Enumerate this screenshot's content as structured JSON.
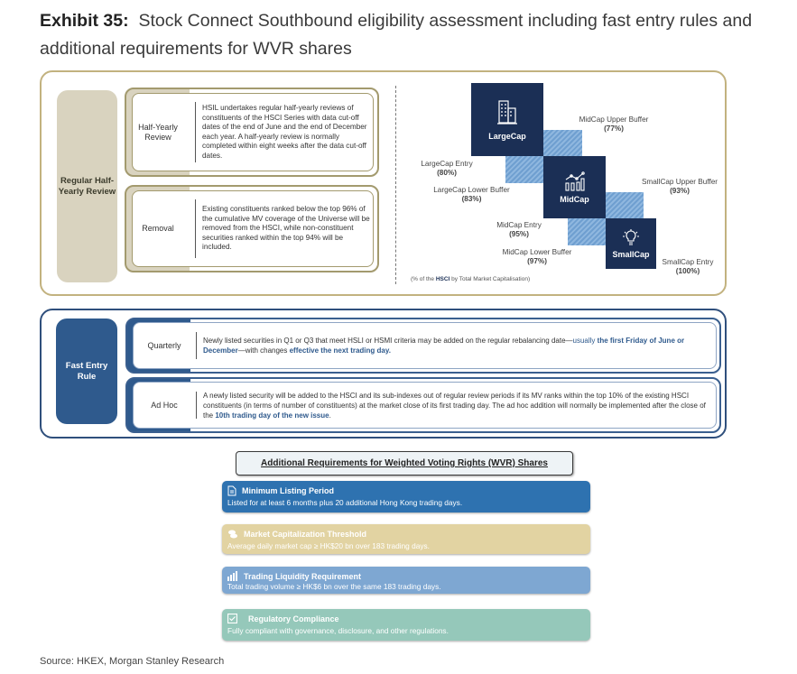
{
  "title": {
    "prefix": "Exhibit 35:",
    "text": "Stock Connect Southbound eligibility assessment including fast entry rules and additional requirements for WVR shares"
  },
  "regular_review": {
    "label": "Regular Half-Yearly Review",
    "items": [
      {
        "label": "Half-Yearly Review",
        "text": "HSIL undertakes regular half-yearly reviews of constituents of the HSCI Series with data cut-off dates of the end of June and the end of December each year. A half-yearly review is normally completed within eight weeks after the data cut-off dates."
      },
      {
        "label": "Removal",
        "text": "Existing constituents ranked below the top 96% of the cumulative MV coverage of the Universe will be removed from the HSCI, while non-constituent securities ranked within the top 94% will be included."
      }
    ]
  },
  "cap_diagram": {
    "segments": [
      {
        "name": "LargeCap",
        "icon": "building-icon"
      },
      {
        "name": "MidCap",
        "icon": "chart-icon"
      },
      {
        "name": "SmallCap",
        "icon": "lightbulb-icon"
      }
    ],
    "thresholds": [
      {
        "label": "MidCap Upper Buffer",
        "value": "(77%)"
      },
      {
        "label": "LargeCap Entry",
        "value": "(80%)"
      },
      {
        "label": "LargeCap Lower Buffer",
        "value": "(83%)"
      },
      {
        "label": "SmallCap Upper Buffer",
        "value": "(93%)"
      },
      {
        "label": "MidCap Entry",
        "value": "(95%)"
      },
      {
        "label": "MidCap Lower Buffer",
        "value": "(97%)"
      },
      {
        "label": "SmallCap Entry",
        "value": "(100%)"
      }
    ],
    "note_pre": "(% of the ",
    "note_bold": "HSCI",
    "note_post": " by Total Market Capitalisation)"
  },
  "fast_entry": {
    "label": "Fast Entry Rule",
    "quarterly": {
      "label": "Quarterly",
      "t1": "Newly listed securities in Q1 or Q3 that meet HSLI or HSMI criteria may be added on the regular rebalancing date—",
      "t2": "usually ",
      "t3": "the first Friday of June or December",
      "t4": "—with changes ",
      "t5": "effective the next trading day."
    },
    "adhoc": {
      "label": "Ad Hoc",
      "t1": "A newly listed security will be added to the HSCI and its sub-indexes out of regular review periods if its MV ranks within the top 10% of the existing HSCI constituents (in terms of number of constituents) at the market close of its first trading day. The ad hoc addition will normally be implemented after the close of the ",
      "t2": "10th trading day of the new issue",
      "t3": "."
    }
  },
  "wvr": {
    "title": "Additional Requirements for Weighted Voting Rights (WVR) Shares",
    "items": [
      {
        "title": "Minimum Listing Period",
        "text": "Listed for at least 6 months plus 20 additional Hong Kong trading days.",
        "color": "#2e72b0"
      },
      {
        "title": "Market Capitalization  Threshold",
        "text": "Average  daily market cap ≥ HK$20 bn over  183 trading days.",
        "color": "#e2d3a2"
      },
      {
        "title": "Trading Liquidity Requirement",
        "text": "Total trading volume ≥ HK$6 bn over the same 183 trading days.",
        "color": "#7ea7d2"
      },
      {
        "title": "Regulatory Compliance",
        "text": "Fully compliant with governance, disclosure, and other regulations.",
        "color": "#95c8ba"
      }
    ]
  },
  "source": "Source: HKEX, Morgan Stanley Research"
}
